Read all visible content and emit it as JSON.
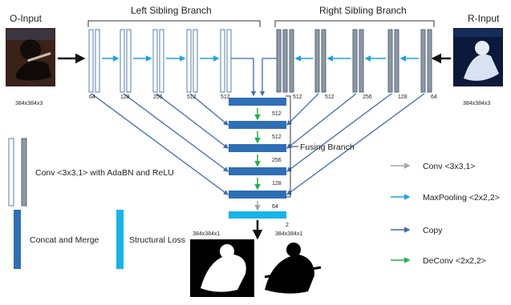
{
  "inputs": {
    "left_label": "O-Input",
    "right_label": "R-Input",
    "left_size": "384x384x3",
    "right_size": "384x384x3"
  },
  "branches": {
    "left_title": "Left Sibling Branch",
    "right_title": "Right Sibling Branch",
    "fusing_title": "Fusing Branch"
  },
  "left_channels": [
    "64",
    "128",
    "256",
    "512",
    "512"
  ],
  "right_channels": [
    "512",
    "512",
    "256",
    "128",
    "64"
  ],
  "fusing_channels": [
    "512",
    "512",
    "256",
    "128",
    "64"
  ],
  "output": {
    "final_channel": "2",
    "size_left": "384x384x1",
    "size_right": "384x384x1"
  },
  "legend": {
    "conv_adabn": "Conv <3x3,1> with AdaBN and ReLU",
    "concat_merge": "Concat and Merge",
    "structural_loss": "Structural Loss",
    "conv": "Conv <3x3,1>",
    "maxpooling": "MaxPooling <2x2,2>",
    "copy": "Copy",
    "deconv": "DeConv <2x2,2>"
  },
  "colors": {
    "conv_gray": "#8c99a6",
    "maxpool_cyan": "#1ca3e3",
    "copy_blue": "#3f6bb6",
    "deconv_green": "#22b14c",
    "concat_blue": "#2f6fb5",
    "loss_cyan": "#17b4ea"
  }
}
